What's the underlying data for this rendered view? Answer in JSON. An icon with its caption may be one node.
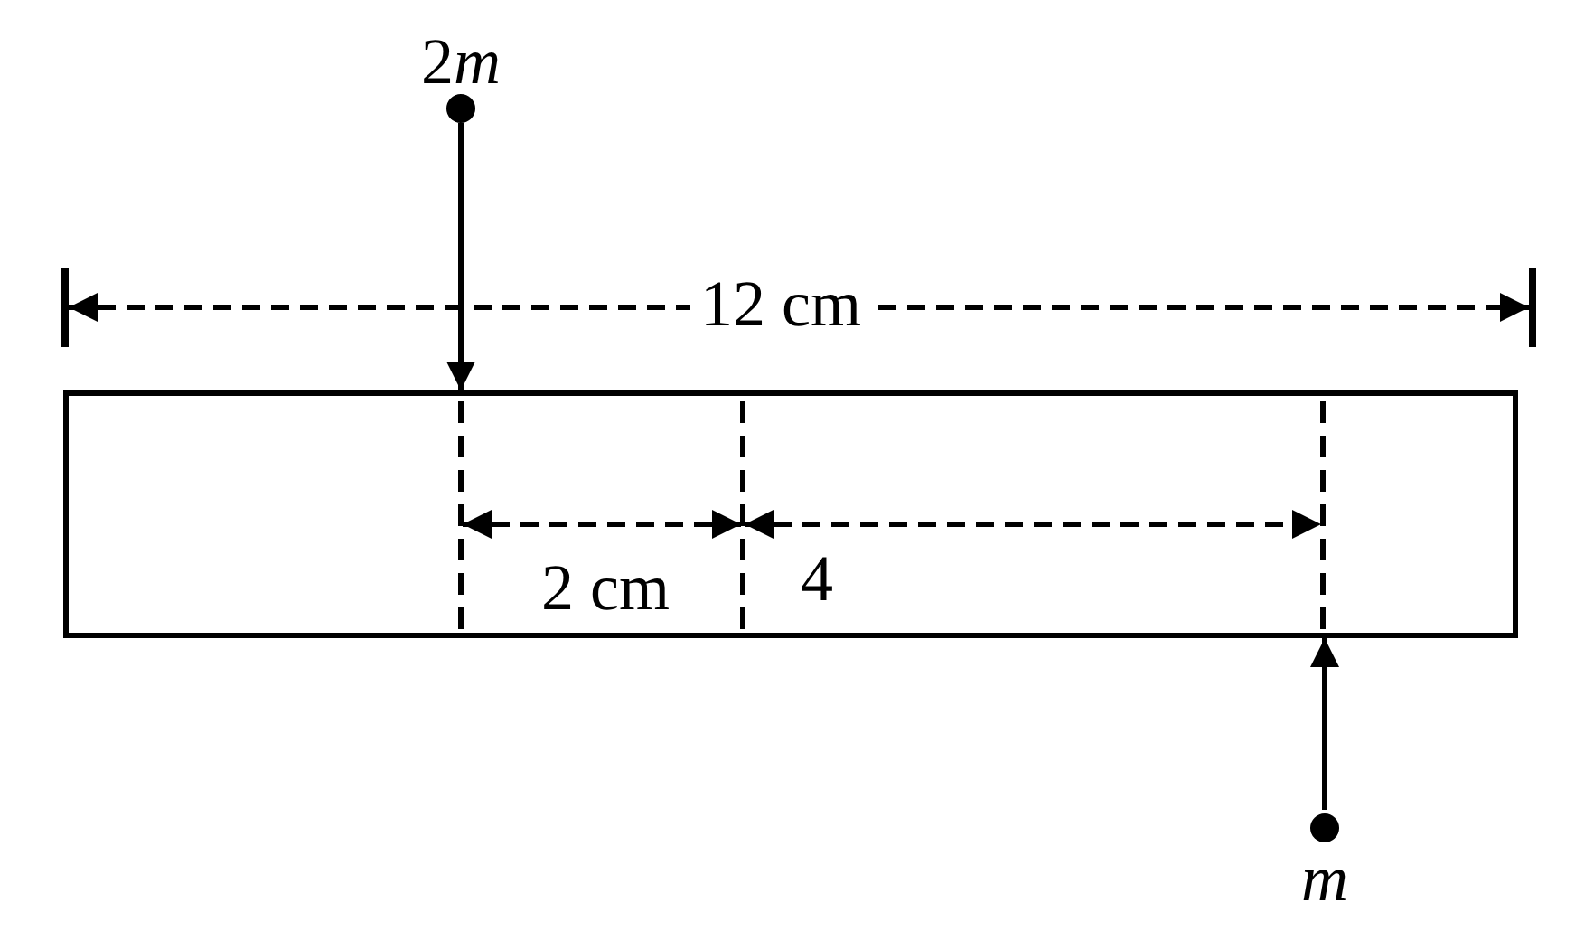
{
  "diagram": {
    "nodes": [
      {
        "text": [
          "2m"
        ]
      },
      {
        "text": [],
        "shape": "bar"
      },
      {
        "text": [
          "m"
        ]
      }
    ],
    "edges": [
      {
        "from": 0,
        "to": 1,
        "arrow": "to"
      },
      {
        "from": 2,
        "to": 1,
        "arrow": "to"
      }
    ],
    "labels": [
      "12 cm",
      "2 cm",
      "4"
    ]
  }
}
